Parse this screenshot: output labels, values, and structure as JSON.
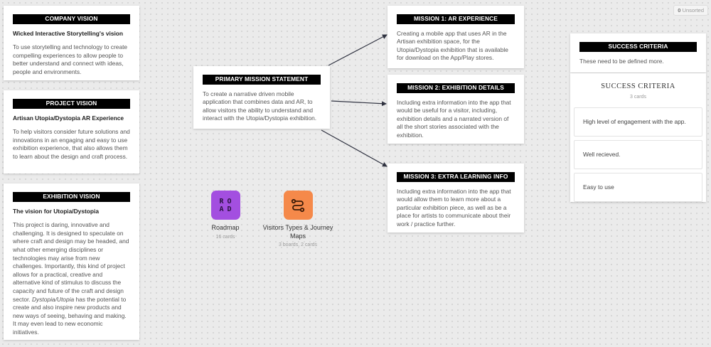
{
  "unsorted": {
    "count": "0",
    "label": "Unsorted"
  },
  "company_vision": {
    "header": "COMPANY VISION",
    "subtitle": "Wicked Interactive Storytelling's vision",
    "body": "To use storytelling and technology to create compelling experiences to allow people to better understand and connect with ideas, people and environments."
  },
  "project_vision": {
    "header": "PROJECT VISION",
    "subtitle": "Artisan Utopia/Dystopia AR Experience",
    "body": "To help visitors consider future solutions and innovations in an engaging and easy to use exhibition experience, that also allows them to learn about the design and craft process."
  },
  "exhibition_vision": {
    "header": "EXHIBITION VISION",
    "subtitle": "The vision for Utopia/Dystopia",
    "body_before": "This project is daring, innovative and challenging. It is designed to speculate on where craft and design may be headed, and what other emerging disciplines or technologies may arise from new challenges. Importantly, this kind of project allows for a practical, creative and alternative kind of stimulus to discuss the capacity and future of the craft and design sector. ",
    "body_em": "Dystopia/Utopia",
    "body_after": " has the potential to create and also inspire new products and new ways of seeing, behaving and making. It may even lead to new economic initiatives."
  },
  "primary_mission": {
    "header": "PRIMARY MISSION STATEMENT",
    "body": "To create a narrative driven mobile application that combines data and AR, to allow visitors the ability to understand and interact with the Utopia/Dystopia exhibition."
  },
  "mission1": {
    "header": "MISSION 1: AR EXPERIENCE",
    "body": "Creating a mobile app that uses AR in the Artisan exhibition space, for the Utopia/Dystopia exhibition that is available for download on the App/Play stores."
  },
  "mission2": {
    "header": "MISSION 2: EXHIBITION DETAILS",
    "body": "Including extra information into the app that would be useful for a visitor, including, exhibition details and a narrated version of all the short stories associated with the exhibition."
  },
  "mission3": {
    "header": "MISSION 3: EXTRA LEARNING INFO",
    "body": "Including extra information into the app that would allow them to learn more about a particular exhibition piece, as well as be a place for artists to communicate about their work / practice further."
  },
  "boards": [
    {
      "name": "Roadmap",
      "meta": "16 cards",
      "tile_letters": [
        "R",
        "O",
        "A",
        "D"
      ],
      "color": "#a34fe0",
      "icon": "road-letters-icon"
    },
    {
      "name": "Visitors Types & Journey Maps",
      "meta": "3 boards, 2 cards",
      "color": "#f5894a",
      "icon": "route-icon"
    }
  ],
  "success_note": {
    "header": "SUCCESS CRITERIA",
    "body": "These need to be defined more."
  },
  "success_column": {
    "title": "SUCCESS CRITERIA",
    "count": "3 cards",
    "items": [
      "High level of engagement with the app.",
      "Well recieved.",
      "Easy to use"
    ]
  },
  "colors": {
    "header_bg": "#000000",
    "arrow": "#2f3240",
    "roadmap_tile": "#a34fe0",
    "journey_tile": "#f5894a"
  }
}
